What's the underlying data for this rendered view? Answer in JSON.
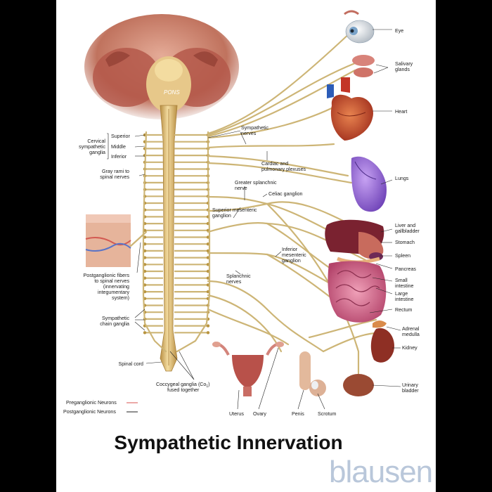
{
  "title": "Sympathetic Innervation",
  "brand": "blausen",
  "brain_label": "PONS",
  "labels": {
    "eye": "Eye",
    "salivary_1": "Salivary",
    "salivary_2": "glands",
    "heart": "Heart",
    "lungs": "Lungs",
    "liver_1": "Liver and",
    "liver_2": "gallbladder",
    "stomach": "Stomach",
    "spleen": "Spleen",
    "pancreas": "Pancreas",
    "small_int_1": "Small",
    "small_int_2": "intestine",
    "large_int_1": "Large",
    "large_int_2": "intestine",
    "rectum": "Rectum",
    "adrenal_1": "Adrenal",
    "adrenal_2": "medulla",
    "kidney": "Kidney",
    "bladder_1": "Urinary",
    "bladder_2": "bladder",
    "cervical_1": "Cervical",
    "cervical_2": "sympathetic",
    "cervical_3": "ganglia",
    "superior": "Superior",
    "middle": "Middle",
    "inferior": "Inferior",
    "gray_rami_1": "Gray rami to",
    "gray_rami_2": "spinal nerves",
    "sympathetic_nerves_1": "Sympathetic",
    "sympathetic_nerves_2": "nerves",
    "cardiac_1": "Cardiac and",
    "cardiac_2": "pulmonary plexuses",
    "greater_splanchnic_1": "Greater splanchnic",
    "greater_splanchnic_2": "nerve",
    "celiac": "Celiac ganglion",
    "sup_mesenteric_1": "Superior mesenteric",
    "sup_mesenteric_2": "ganglion",
    "inf_mesenteric_1": "Inferior",
    "inf_mesenteric_2": "mesenteric",
    "inf_mesenteric_3": "ganglion",
    "splanchnic_1": "Splanchnic",
    "splanchnic_2": "nerves",
    "postganglionic_1": "Postganglionic fibers",
    "postganglionic_2": "to spinal nerves",
    "postganglionic_3": "(innervating",
    "postganglionic_4": "integumentary",
    "postganglionic_5": "system)",
    "chain_1": "Sympathetic",
    "chain_2": "chain ganglia",
    "spinal_cord": "Spinal cord",
    "coccygeal_1": "Coccygeal ganglia (Co",
    "coccygeal_sub": "1",
    "coccygeal_close": ")",
    "coccygeal_2": "fused together",
    "uterus": "Uterus",
    "ovary": "Ovary",
    "penis": "Penis",
    "scrotum": "Scrotum"
  },
  "legend": {
    "preganglionic": "Preganglionic Neurons",
    "postganglionic": "Postganglionic Neurons",
    "pre_color": "#d9534f",
    "post_color": "#222222"
  },
  "colors": {
    "nerve": "#cdb576",
    "spinal_cord": "#e0c483",
    "brain": "#c97b63",
    "heart": "#c0452f",
    "lungs": "#9b72d6",
    "liver": "#7a2230",
    "intestine": "#d46a86",
    "kidney": "#8e2f24",
    "bladder": "#9a4a33"
  }
}
